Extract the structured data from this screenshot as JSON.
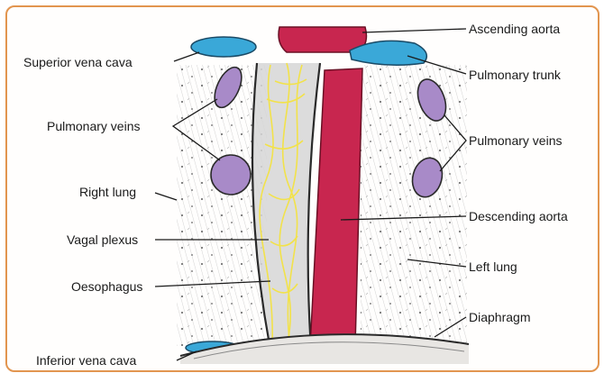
{
  "labels": {
    "superior_vena_cava": "Superior vena cava",
    "ascending_aorta": "Ascending aorta",
    "pulmonary_trunk": "Pulmonary trunk",
    "pulmonary_veins_right": "Pulmonary veins",
    "pulmonary_veins_left": "Pulmonary veins",
    "right_lung": "Right lung",
    "vagal_plexus": "Vagal plexus",
    "oesophagus": "Oesophagus",
    "inferior_vena_cava": "Inferior vena cava",
    "descending_aorta": "Descending aorta",
    "left_lung": "Left lung",
    "diaphragm": "Diaphragm"
  },
  "colors": {
    "frame_border": "#e2954f",
    "aorta": "#c8264f",
    "vena_cava": "#3aa8d8",
    "pulmonary_vein": "#a88ac8",
    "vagal_plexus": "#f2e24a",
    "pencil": "#3a3a3a"
  }
}
